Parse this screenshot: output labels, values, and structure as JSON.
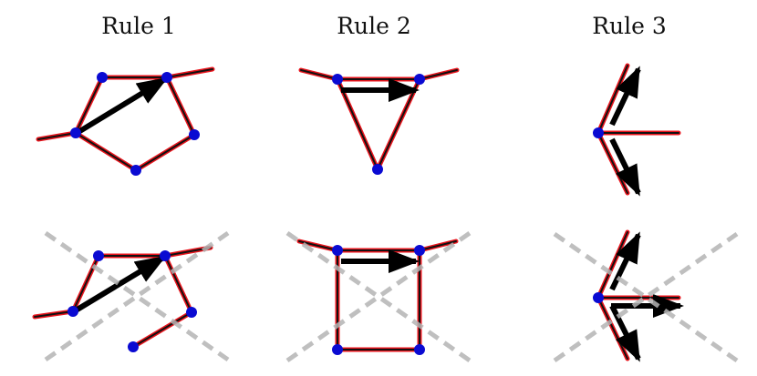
{
  "titles": {
    "rule1": "Rule 1",
    "rule2": "Rule 2",
    "rule3": "Rule 3"
  },
  "colors": {
    "edge_red": "#e8141c",
    "edge_black": "#111111",
    "node_blue": "#0a0ad2",
    "cross_gray": "#b4b4b4",
    "arrow": "#000000"
  },
  "panels": {
    "rule1_top": "valid",
    "rule2_top": "valid",
    "rule3_top": "valid",
    "rule1_bottom": "invalid",
    "rule2_bottom": "invalid",
    "rule3_bottom": "invalid"
  }
}
